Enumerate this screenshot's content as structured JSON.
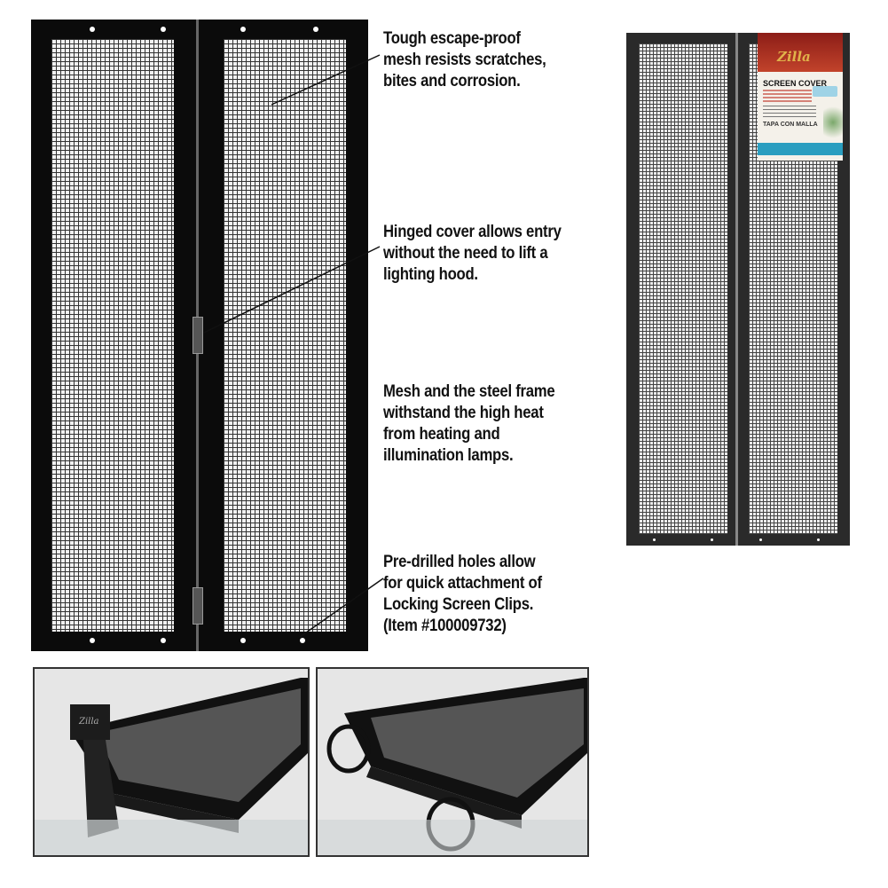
{
  "callouts": [
    {
      "lines": [
        "Tough escape-proof",
        "mesh resists scratches,",
        "bites and corrosion."
      ]
    },
    {
      "lines": [
        "Hinged cover allows entry",
        "without the need to lift a",
        "lighting hood."
      ]
    },
    {
      "lines": [
        "Mesh and the steel frame",
        "withstand the high heat",
        "from heating and",
        "illumination lamps."
      ]
    },
    {
      "lines": [
        "Pre-drilled holes allow",
        "for quick attachment of",
        "Locking Screen Clips.",
        "(Item #100009732)"
      ]
    }
  ],
  "package_label": {
    "brand": "Zilla",
    "title": "SCREEN COVER",
    "subtitle": "TAPA CON MALLA",
    "colors": {
      "top": "#b3261e",
      "band": "#2a9ec0"
    }
  },
  "clip_brand": "Zilla"
}
